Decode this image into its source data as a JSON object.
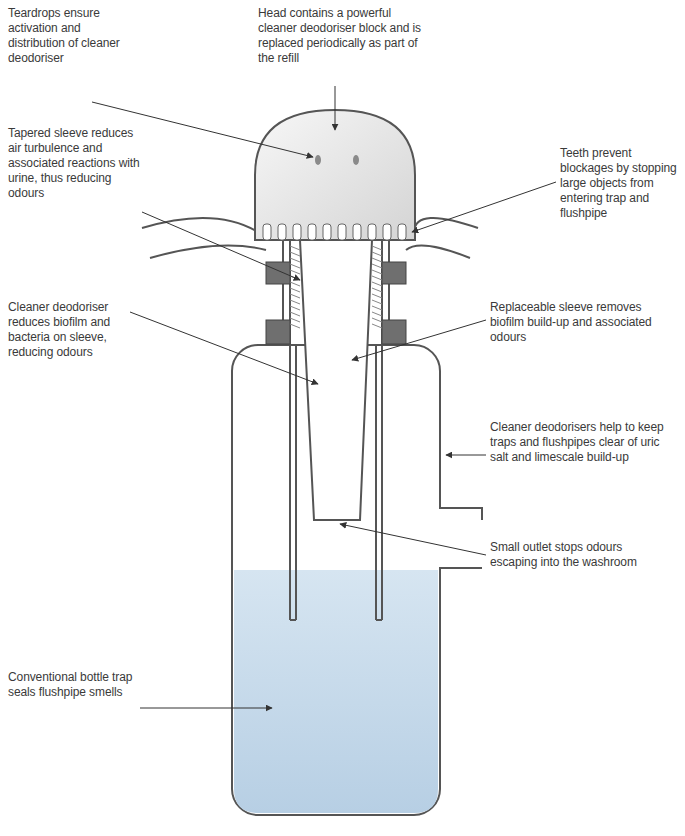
{
  "diagram": {
    "labels": [
      "Head contains a powerful cleaner deodoriser block and is replaced periodically as part of the refill",
      "Teardrops ensure activation and distribution of cleaner deodoriser",
      "Teeth prevent blockages by stopping large objects from entering trap and flushpipe",
      "Tapered sleeve reduces air turbulence and associated reactions with urine, thus reducing odours",
      "Replaceable sleeve removes biofilm build-up and associated odours",
      "Cleaner deodoriser reduces biofilm and bacteria on sleeve, reducing odours",
      "Cleaner deodorisers help to keep traps and flushpipes clear of uric salt and limescale build-up",
      "Small outlet stops odours escaping into the washroom",
      "Conventional bottle trap seals flushpipe smells"
    ]
  }
}
